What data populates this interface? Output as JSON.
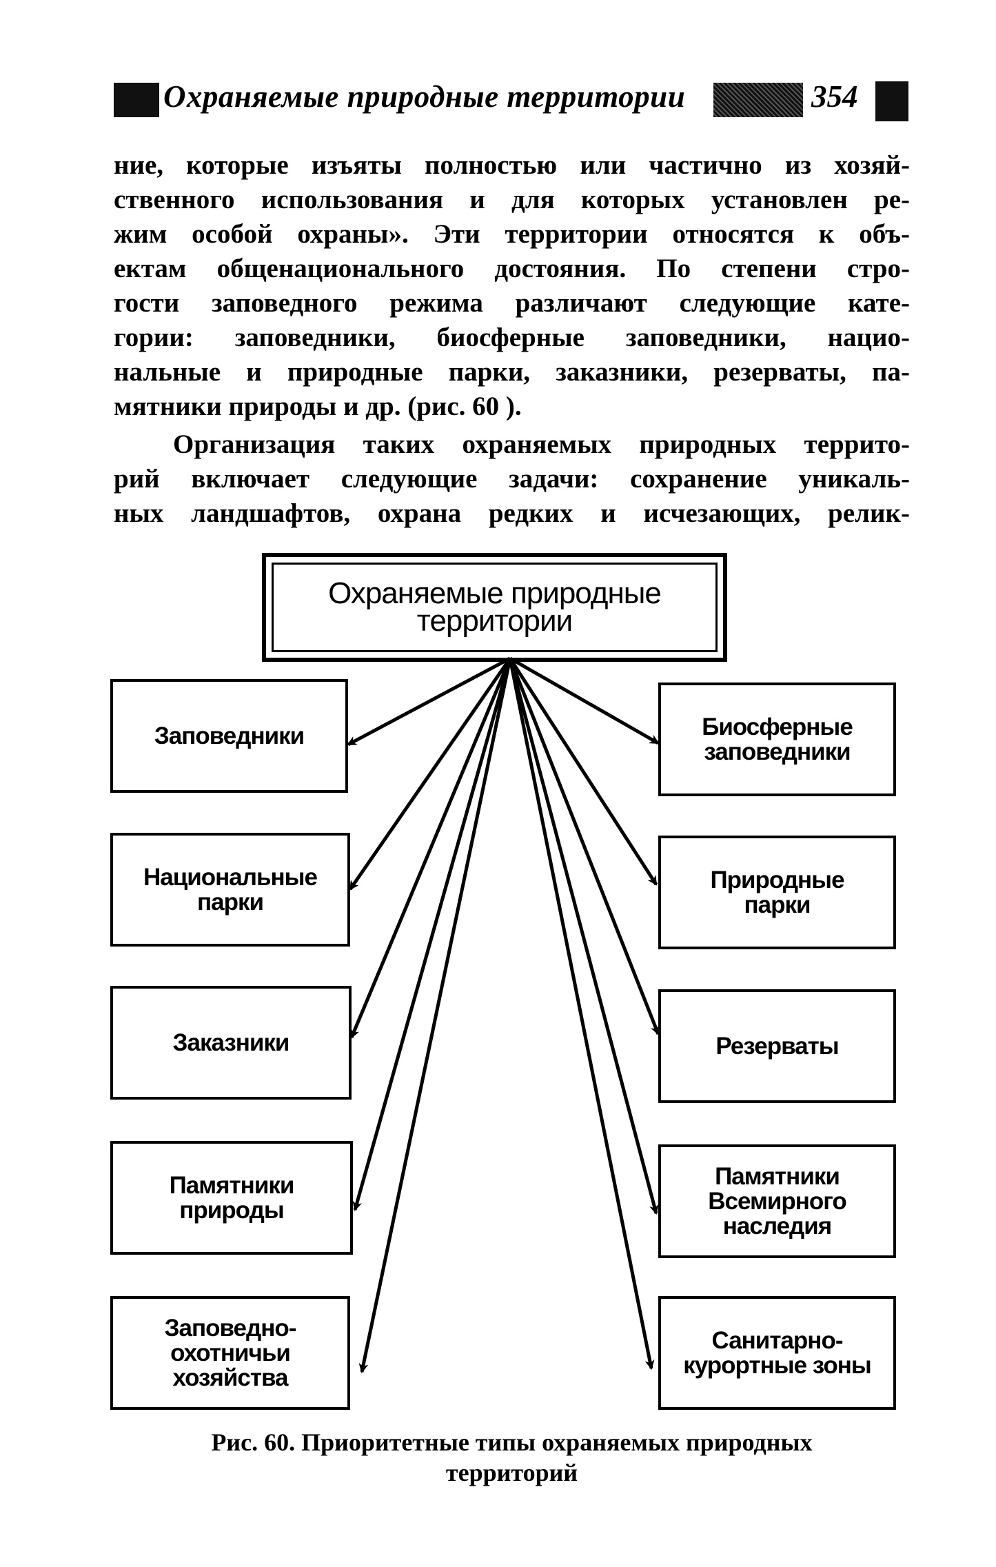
{
  "header": {
    "title": "Охраняемые природные территории",
    "page_number": "354"
  },
  "paragraph1": {
    "lines": [
      "ние, которые изъяты полностью или частично из хозяй-",
      "ственного использования и для которых установлен ре-",
      "жим особой охраны». Эти территории относятся к объ-",
      "ектам общенационального достояния. По степени стро-",
      "гости заповедного режима различают следующие кате-",
      "гории: заповедники, биосферные заповедники, нацио-",
      "нальные и природные парки, заказники, резерваты, па-",
      "мятники природы и др. (рис. 60 )."
    ]
  },
  "paragraph2": {
    "lines": [
      "Организация таких охраняемых природных террито-",
      "рий включает следующие задачи: сохранение уникаль-",
      "ных ландшафтов, охрана редких и исчезающих, релик-"
    ]
  },
  "diagram": {
    "root": "Охраняемые природные\nтерритории",
    "left": [
      "Заповедники",
      "Национальные\nпарки",
      "Заказники",
      "Памятники\nприроды",
      "Заповедно-\nохотничьи\nхозяйства"
    ],
    "right": [
      "Биосферные\nзаповедники",
      "Природные\nпарки",
      "Резерваты",
      "Памятники\nВсемирного\nнаследия",
      "Санитарно-\nкурортные зоны"
    ]
  },
  "caption": {
    "line1": "Рис. 60. Приоритетные типы охраняемых природных",
    "line2": "территорий"
  }
}
